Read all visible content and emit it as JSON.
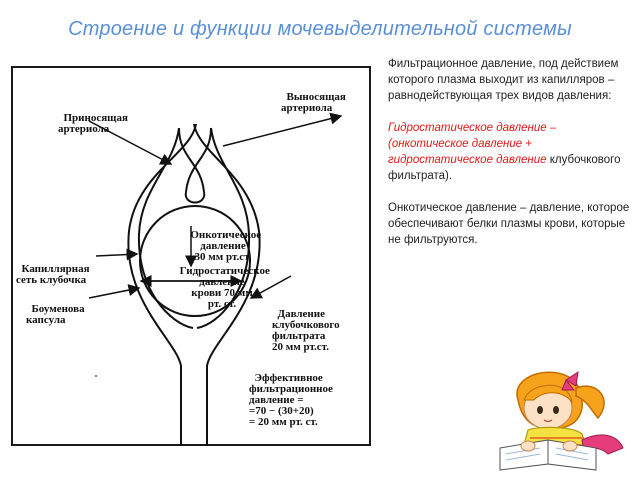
{
  "slide": {
    "title": "Строение и функции мочевыделительной системы"
  },
  "diagram": {
    "efferent": [
      "Выносящая",
      "артериола"
    ],
    "afferent": [
      "Приносящая",
      "артериола"
    ],
    "capillary": [
      "Капиллярная",
      "сеть клубочка"
    ],
    "bowman": [
      "Боуменова",
      "капсула"
    ],
    "oncotic": [
      "Онкотическое",
      "давление",
      "30 мм рт.ст."
    ],
    "hydrostatic": [
      "Гидростатическое",
      "давление",
      "крови 70 мм",
      "рт. ст."
    ],
    "filtrate": [
      "Давление",
      "клубочкового",
      "фильтрата",
      "20 мм рт.ст."
    ],
    "effective": [
      "Эффективное",
      "фильтрационное",
      "давление =",
      "=70 − (30+20)",
      "= 20 мм рт. ст."
    ]
  },
  "text": {
    "p1": "Фильтрационное давление, под действием которого плазма выходит из капилляров – равнодействующая трех видов давления:",
    "p2_red": "Гидростатическое давление – (онкотическое давление + гидростатическое давление",
    "p2_black": " клубочкового фильтрата).",
    "p3": "Онкотическое давление – давление, которое обеспечивают белки плазмы крови, которые не фильтруются."
  },
  "colors": {
    "title": "#5b8fd6",
    "highlight": "#e01818"
  },
  "icons": {
    "girl": "reading-girl-illustration"
  }
}
